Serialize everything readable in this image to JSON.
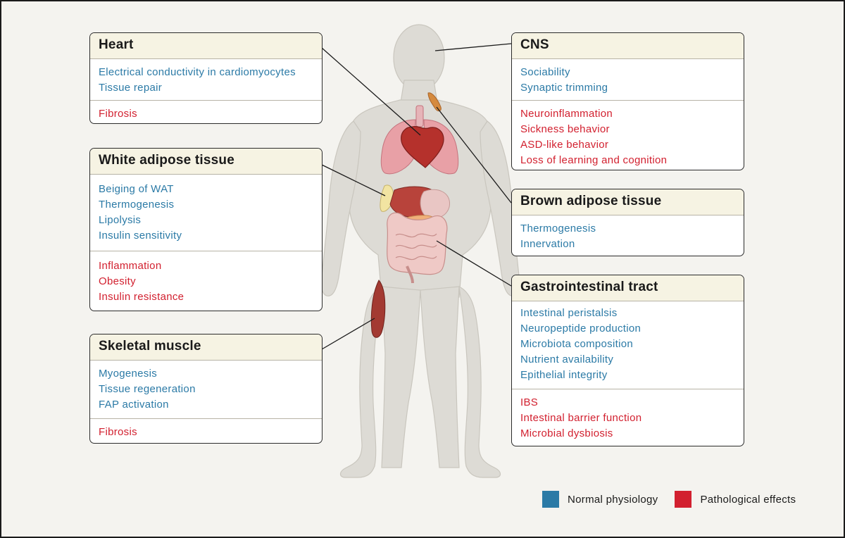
{
  "colors": {
    "normal": "#2b7aa6",
    "pathological": "#d2202f",
    "title_bg": "#f6f3e3",
    "body_skin": "#dcdad4"
  },
  "boxes": {
    "heart": {
      "title": "Heart",
      "normal": [
        "Electrical conductivity in cardiomyocytes",
        "Tissue repair"
      ],
      "pathological": [
        "Fibrosis"
      ]
    },
    "white_adipose": {
      "title": "White adipose tissue",
      "normal": [
        "Beiging of WAT",
        "Thermogenesis",
        "Lipolysis",
        "Insulin sensitivity"
      ],
      "pathological": [
        "Inflammation",
        "Obesity",
        "Insulin resistance"
      ]
    },
    "skeletal_muscle": {
      "title": "Skeletal muscle",
      "normal": [
        "Myogenesis",
        "Tissue regeneration",
        "FAP activation"
      ],
      "pathological": [
        "Fibrosis"
      ]
    },
    "cns": {
      "title": "CNS",
      "normal": [
        "Sociability",
        "Synaptic trimming"
      ],
      "pathological": [
        "Neuroinflammation",
        "Sickness behavior",
        "ASD-like behavior",
        "Loss of learning and cognition"
      ]
    },
    "brown_adipose": {
      "title": "Brown adipose tissue",
      "normal": [
        "Thermogenesis",
        "Innervation"
      ],
      "pathological": []
    },
    "gi_tract": {
      "title": "Gastrointestinal tract",
      "normal": [
        "Intestinal peristalsis",
        "Neuropeptide production",
        "Microbiota composition",
        "Nutrient availability",
        "Epithelial integrity"
      ],
      "pathological": [
        "IBS",
        "Intestinal barrier function",
        "Microbial dysbiosis"
      ]
    }
  },
  "legend": {
    "normal_label": "Normal physiology",
    "pathological_label": "Pathological effects"
  }
}
